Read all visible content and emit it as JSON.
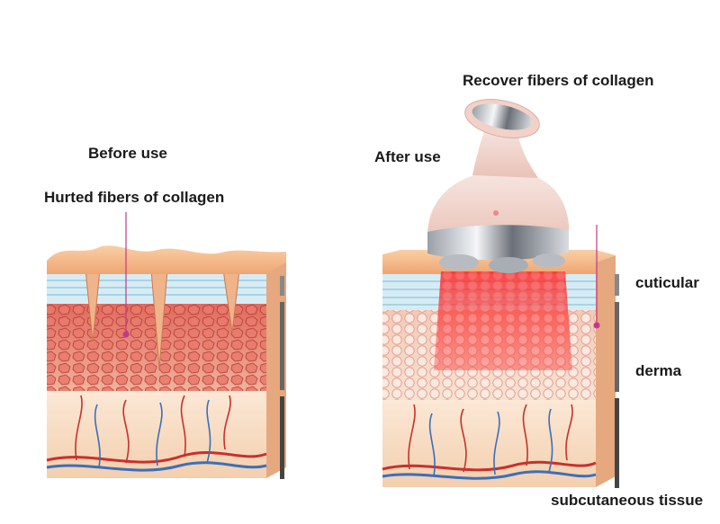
{
  "labels": {
    "before_use": "Before use",
    "hurted_fibers": "Hurted  fibers of collagen",
    "after_use": "After use",
    "recover_fibers": "Recover fibers of collagen",
    "cuticular": "cuticular",
    "derma": "derma",
    "subcutaneous": "subcutaneous tissue"
  },
  "colors": {
    "skin_top": "#f4b98a",
    "skin_side": "#e9a16b",
    "epidermis_blue": "#d6ecf5",
    "derma_red": "#d9534f",
    "derma_light": "#f7d3c6",
    "subcutaneous": "#f8dfc6",
    "artery": "#c9302c",
    "vein": "#3b6fb8",
    "red_light": "#ff1a1a",
    "device_pink": "#f3d9d2",
    "bracket": "#555555",
    "pointer": "#c0398a"
  }
}
